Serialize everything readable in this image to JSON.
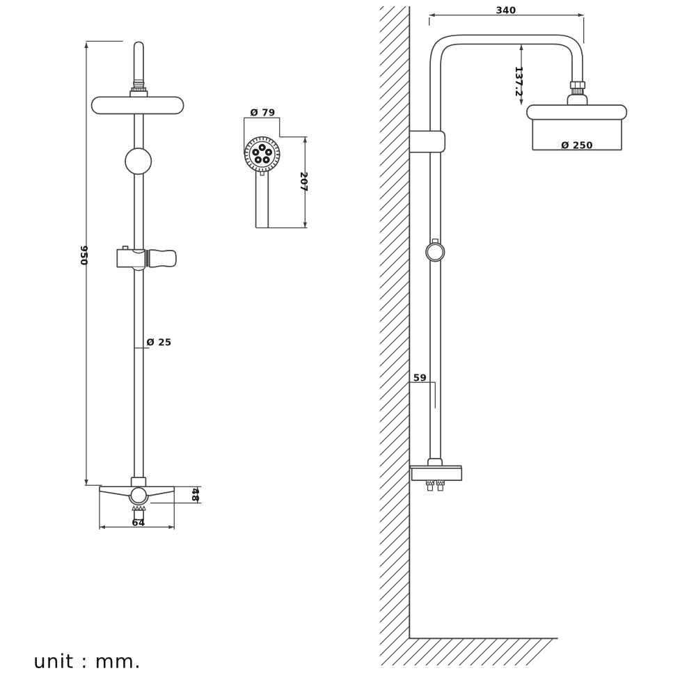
{
  "meta": {
    "drawing_type": "shower system dimensional drawing",
    "background_color": "#ffffff",
    "line_color": "#404040",
    "text_color": "#161616"
  },
  "unit_note": {
    "text": "unit : mm."
  },
  "front_view": {
    "description": "shower column front view",
    "dims": {
      "height": "950",
      "pipe_diameter": "Ø 25",
      "valve_height": "48",
      "valve_width": "64"
    }
  },
  "hand_shower": {
    "description": "hand shower face detail",
    "dims": {
      "head_diameter": "Ø 79",
      "length": "207"
    }
  },
  "side_view": {
    "description": "wall-mounted side view",
    "dims": {
      "arm_reach": "340",
      "arm_drop": "137.2",
      "head_diameter": "Ø 250",
      "wall_offset": "59"
    }
  }
}
